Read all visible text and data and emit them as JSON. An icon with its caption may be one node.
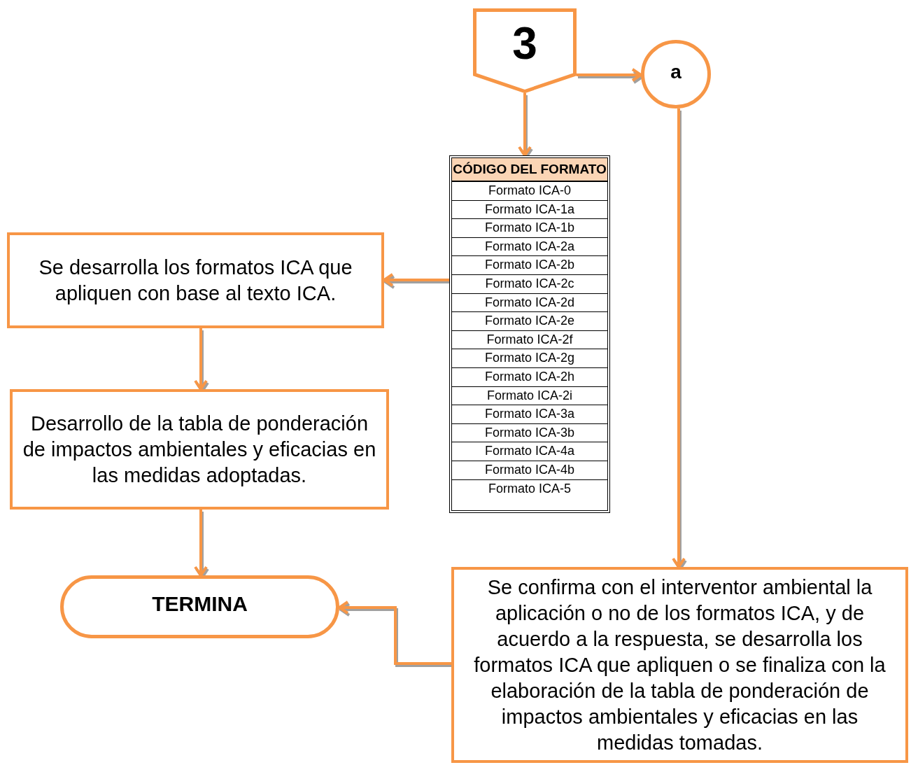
{
  "diagram": {
    "nodes": [
      {
        "text": [
          "3"
        ]
      },
      {
        "text": [
          "a"
        ]
      },
      {
        "text": [
          "CÓDIGO DEL FORMATO",
          "Formato ICA-0",
          "Formato ICA-1a",
          "Formato ICA-1b",
          "Formato ICA-2a",
          "Formato ICA-2b",
          "Formato ICA-2c",
          "Formato ICA-2d",
          "Formato ICA-2e",
          "Formato ICA-2f",
          "Formato ICA-2g",
          "Formato ICA-2h",
          "Formato ICA-2i",
          "Formato ICA-3a",
          "Formato ICA-3b",
          "Formato ICA-4a",
          "Formato ICA-4b",
          "Formato ICA-5"
        ]
      },
      {
        "text": [
          "Se desarrolla los formatos ICA que apliquen con base al texto ICA."
        ]
      },
      {
        "text": [
          "Desarrollo de la tabla de ponderación de impactos ambientales y eficacias en las medidas adoptadas."
        ]
      },
      {
        "text": [
          "TERMINA"
        ]
      },
      {
        "text": [
          "Se confirma con el interventor ambiental la aplicación o no de los formatos ICA, y de acuerdo a la respuesta, se desarrolla los formatos ICA que apliquen o se finaliza con la elaboración de la tabla de ponderación de impactos ambientales y eficacias en las medidas tomadas."
        ]
      }
    ],
    "edges": [
      {
        "from": 0,
        "to": 1,
        "arrow": "to"
      },
      {
        "from": 0,
        "to": 2,
        "arrow": "to"
      },
      {
        "from": 2,
        "to": 3,
        "arrow": "to"
      },
      {
        "from": 3,
        "to": 4,
        "arrow": "to"
      },
      {
        "from": 4,
        "to": 5,
        "arrow": "to"
      },
      {
        "from": 1,
        "to": 6,
        "arrow": "to"
      },
      {
        "from": 6,
        "to": 5,
        "arrow": "to"
      }
    ]
  }
}
